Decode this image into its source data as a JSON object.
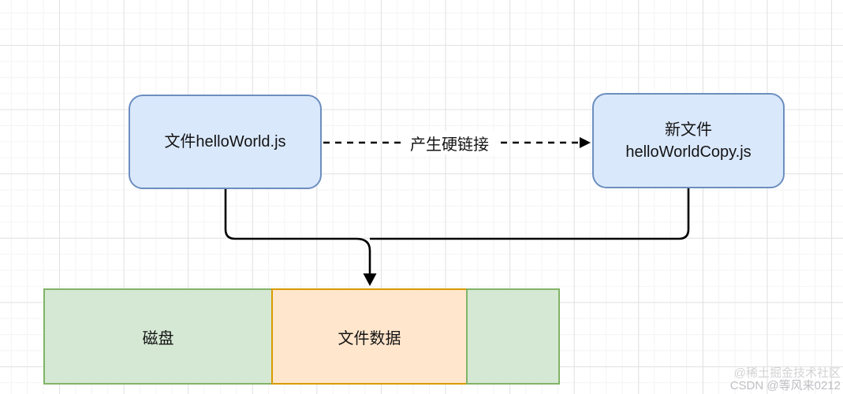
{
  "palette": {
    "node_fill": "#dae8fc",
    "node_border": "#6c8ebf",
    "green_fill": "#d5e8d4",
    "green_border": "#82b366",
    "orange_fill": "#ffe6cc",
    "orange_border": "#d79b00",
    "connector_color": "#000000",
    "grid_minor": "#f4f4f4",
    "grid_major": "#e2e2e2"
  },
  "nodes": {
    "source_file": {
      "label": "文件helloWorld.js"
    },
    "copy_file": {
      "label": "新文件\nhelloWorldCopy.js"
    },
    "disk": {
      "label": "磁盘"
    },
    "file_data": {
      "label": "文件数据"
    },
    "disk_extra": {
      "label": ""
    }
  },
  "edges": {
    "hard_link": {
      "label": "产生硬链接",
      "style": "dashed-arrow"
    },
    "source_to_data": {
      "style": "solid-elbow"
    },
    "copy_to_data": {
      "style": "solid-elbow-arrow"
    }
  },
  "watermarks": {
    "line1": "@稀土掘金技术社区",
    "line2": "CSDN @等风来0212"
  }
}
